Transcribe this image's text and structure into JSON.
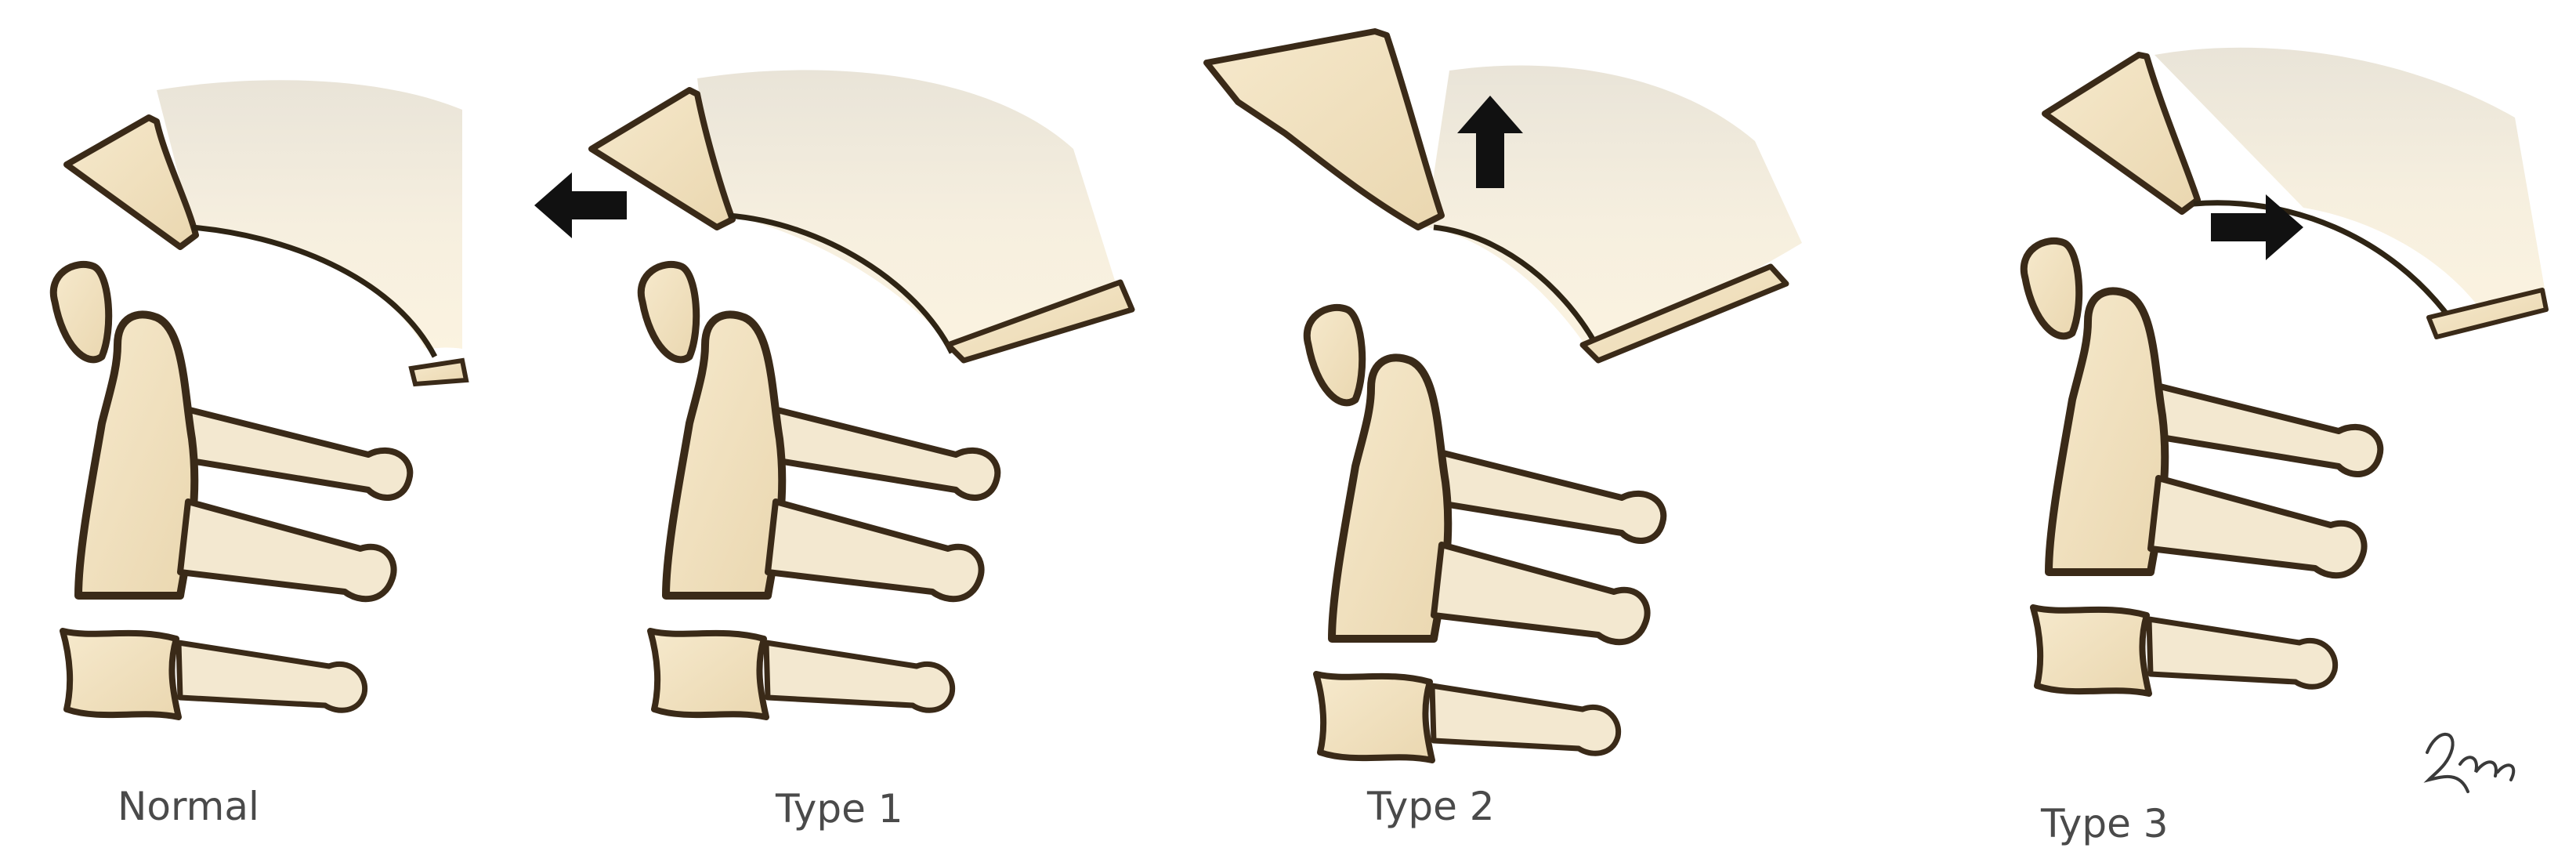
{
  "panels": [
    {
      "label": "Normal",
      "arrow": "none"
    },
    {
      "label": "Type 1",
      "arrow": "left"
    },
    {
      "label": "Type 2",
      "arrow": "up"
    },
    {
      "label": "Type 3",
      "arrow": "right"
    }
  ],
  "colors": {
    "bone_fill": "#f1e2c3",
    "bone_outline": "#3a2a18",
    "arrow": "#111111",
    "label_text": "#4a4a4a",
    "background": "#ffffff"
  },
  "signature": "author signature mark"
}
